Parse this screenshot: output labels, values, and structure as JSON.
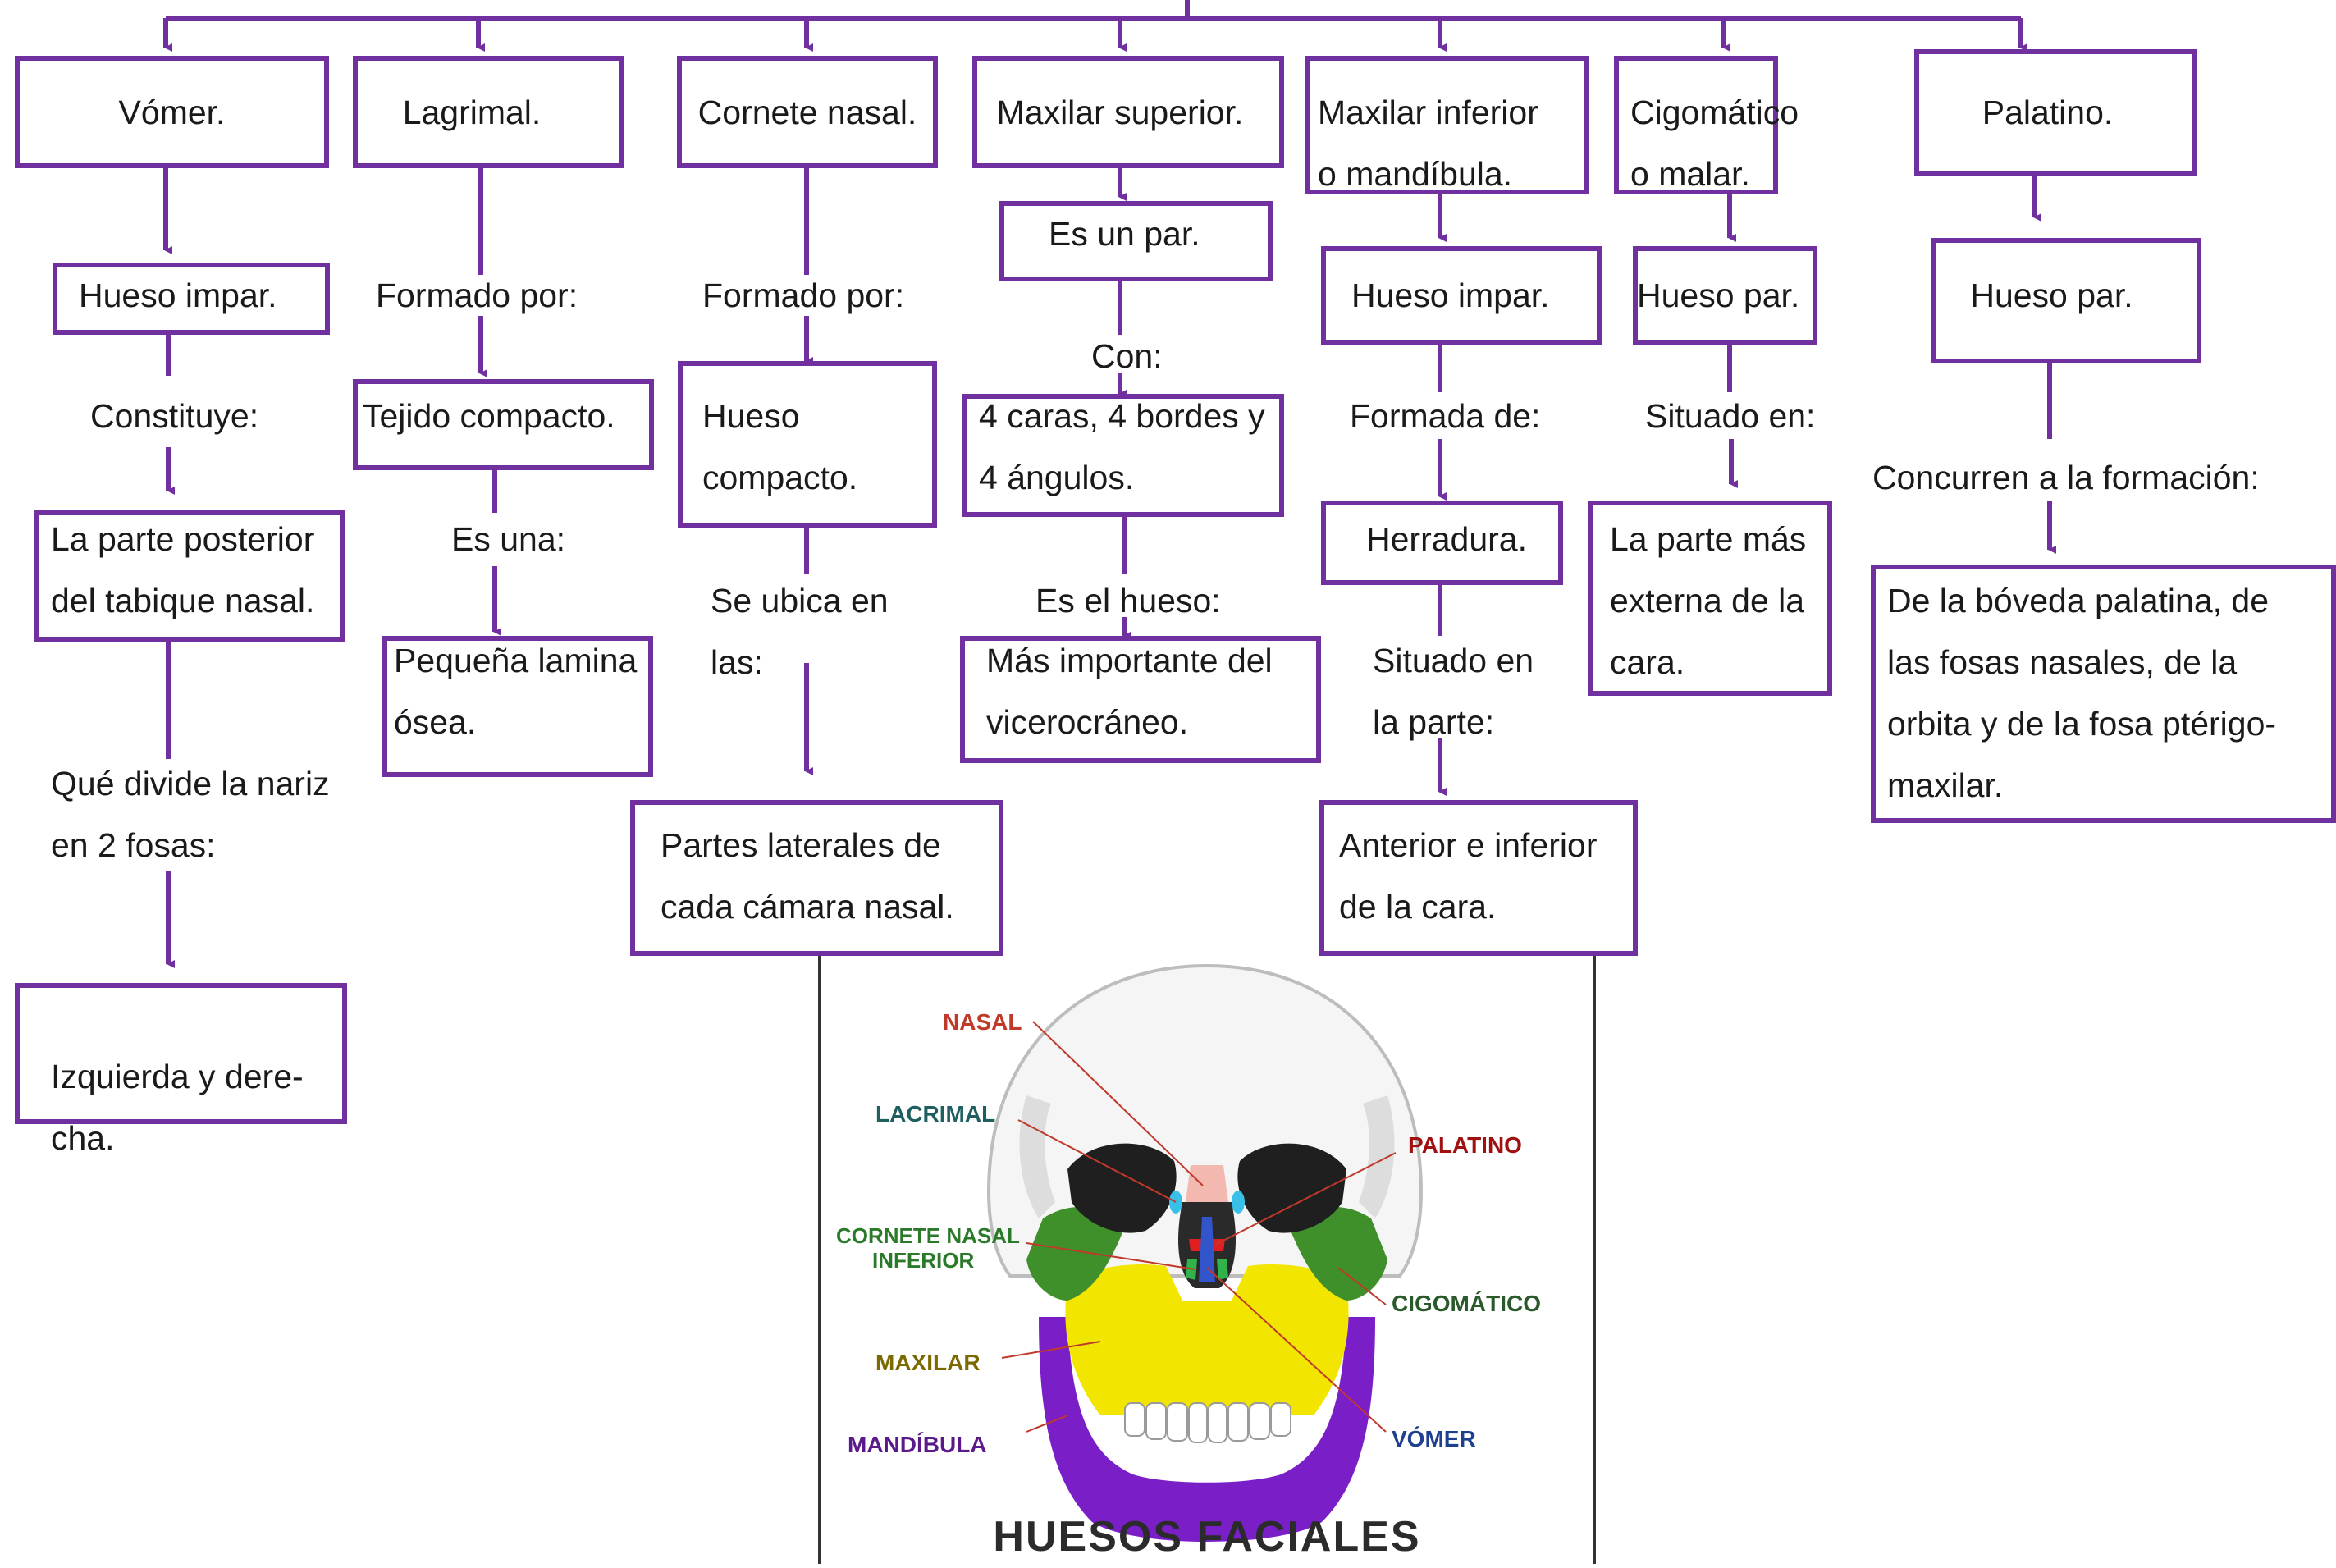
{
  "colors": {
    "accent": "#7030a0",
    "text": "#1a1a1a"
  },
  "columns": [
    {
      "title": "Vómer.",
      "nodes": [
        "Hueso impar.",
        "La parte posterior\ndel tabique nasal.",
        "Izquierda y dere-\ncha."
      ],
      "links": [
        "Constituye:",
        "Qué divide la nariz\nen 2 fosas:"
      ]
    },
    {
      "title": "Lagrimal.",
      "nodes": [
        "Tejido compacto.",
        "Pequeña lamina\nósea."
      ],
      "links": [
        "Formado por:",
        "Es una:"
      ]
    },
    {
      "title": "Cornete nasal.",
      "nodes": [
        "Hueso\ncompacto.",
        "Partes laterales de\ncada cámara nasal."
      ],
      "links": [
        "Formado por:",
        "Se ubica en\nlas:"
      ]
    },
    {
      "title": "Maxilar superior.",
      "nodes": [
        "Es un par.",
        "4 caras, 4 bordes y\n4 ángulos.",
        "Más importante del\nvicerocráneo."
      ],
      "links": [
        "Con:",
        "Es el hueso:"
      ]
    },
    {
      "title": "Maxilar inferior\no mandíbula.",
      "nodes": [
        "Hueso impar.",
        "Herradura.",
        "Anterior e inferior\nde la cara."
      ],
      "links": [
        "Formada de:",
        "Situado en\nla parte:"
      ]
    },
    {
      "title": "Cigomático\no malar.",
      "nodes": [
        "Hueso par.",
        "La parte más\nexterna de la\ncara."
      ],
      "links": [
        "Situado en:"
      ]
    },
    {
      "title": "Palatino.",
      "nodes": [
        "Hueso par.",
        "De la bóveda palatina, de\nlas fosas nasales, de la\norbita y de la fosa ptérigo-\nmaxilar."
      ],
      "links": [
        "Concurren a la formación:"
      ]
    }
  ],
  "figure": {
    "caption": "HUESOS FACIALES",
    "labels": {
      "nasal": "NASAL",
      "lacrimal": "LACRIMAL",
      "cornete": "CORNETE NASAL\nINFERIOR",
      "maxilar": "MAXILAR",
      "mandibula": "MANDÍBULA",
      "palatino": "PALATINO",
      "cigomatico": "CIGOMÁTICO",
      "vomer": "VÓMER"
    },
    "bone_colors": {
      "nasal": "#f3b8b0",
      "lacrimal": "#38c0e8",
      "cornete": "#2fb34a",
      "maxilar": "#f2e600",
      "mandibula": "#7a1fc8",
      "palatino": "#e02020",
      "cigomatico": "#3f8f2a",
      "vomer": "#3355cc"
    }
  }
}
